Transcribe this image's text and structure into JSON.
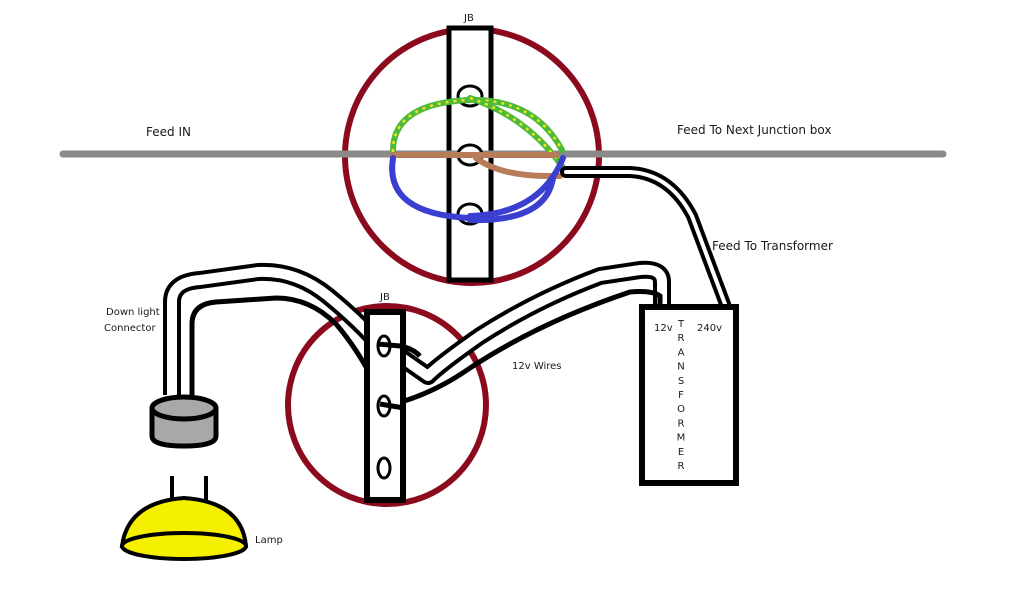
{
  "labels": {
    "jb_top": "JB",
    "jb_bottom": "JB",
    "feed_in": "Feed IN",
    "feed_next": "Feed To Next Junction box",
    "feed_transformer": "Feed To Transformer",
    "down_light_line1": "Down light",
    "down_light_line2": "Connector",
    "wires_12v": "12v Wires",
    "lamp": "Lamp",
    "transformer_12v": "12v",
    "transformer_240v": "240v",
    "transformer_letters": [
      "T",
      "R",
      "A",
      "N",
      "S",
      "F",
      "O",
      "R",
      "M",
      "E",
      "R"
    ]
  },
  "colors": {
    "junction_circle": "#8b0a1e",
    "feed_cable": "#8a8a8a",
    "earth_wire": "#4cbb3c",
    "earth_stripe": "#f2e21c",
    "live_wire": "#b87c58",
    "neutral_wire": "#3a3fd0",
    "black_cable": "#000000",
    "lamp_fill": "#f4f000",
    "connector_fill": "#a8a8a8"
  }
}
